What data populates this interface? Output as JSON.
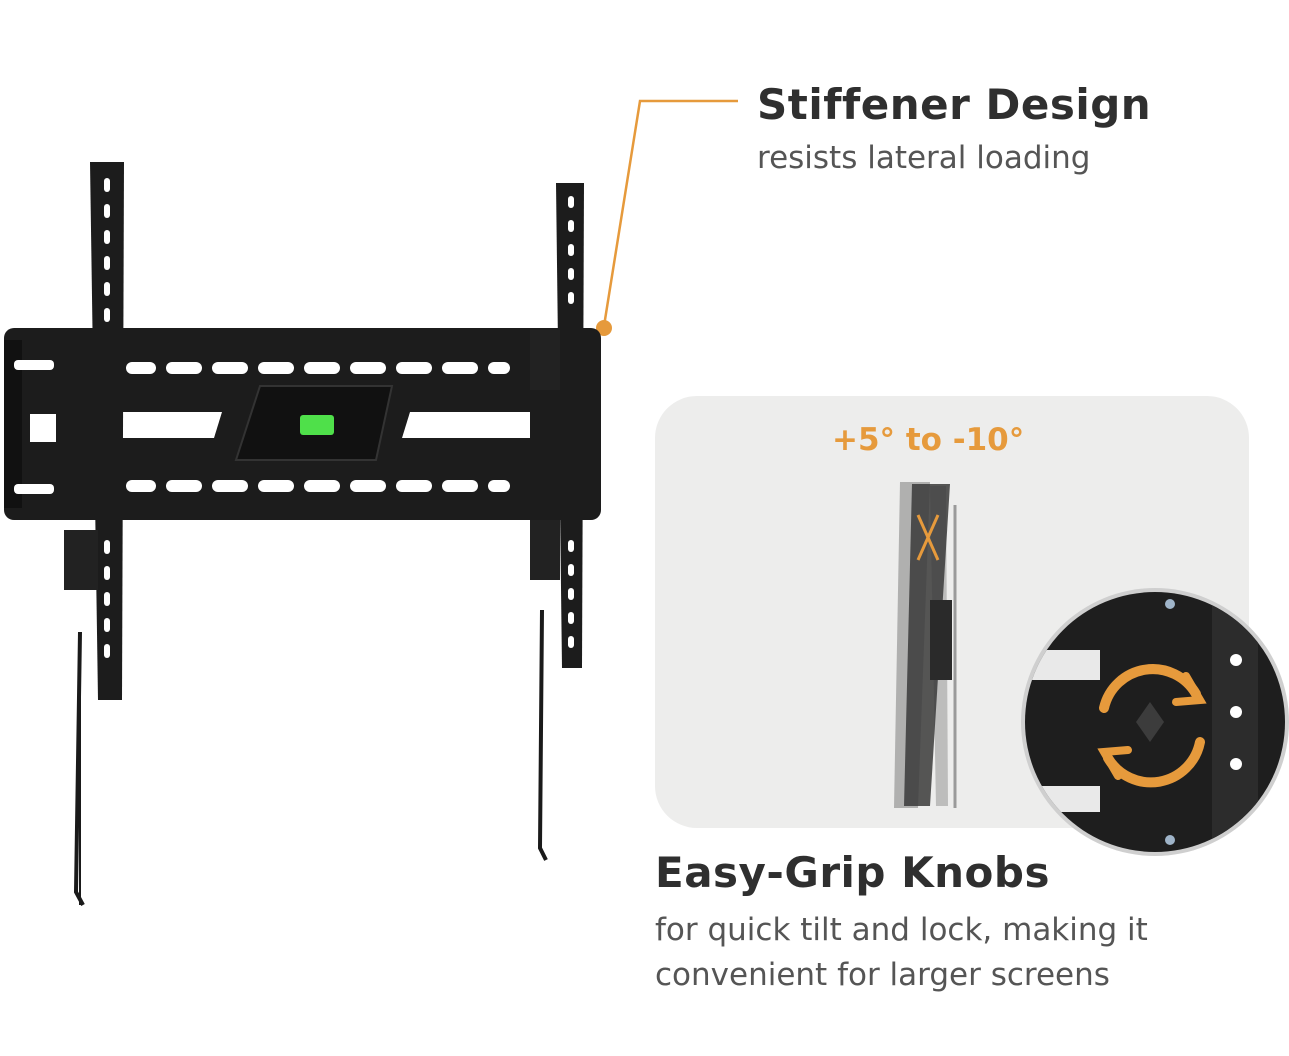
{
  "callouts": {
    "stiffener": {
      "title": "Stiffener Design",
      "subtitle": "resists lateral loading"
    },
    "knobs": {
      "title": "Easy-Grip Knobs",
      "subtitle_line1": "for quick tilt and lock, making it",
      "subtitle_line2": "convenient for larger screens"
    }
  },
  "tilt_panel": {
    "range_label": "+5° to -10°"
  },
  "colors": {
    "accent": "#e69a3c",
    "mount": "#1c1c1c",
    "level_indicator": "#4fe04a",
    "panel_background": "#ededec",
    "heading_text": "#2f2f2f",
    "body_text": "#555555"
  }
}
